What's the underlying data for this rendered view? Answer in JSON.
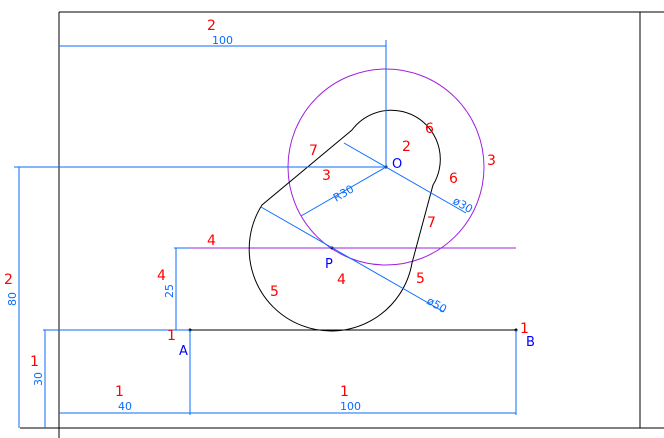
{
  "points": {
    "A": "A",
    "B": "B",
    "O": "O",
    "P": "P"
  },
  "dimensions": {
    "width_40": "40",
    "width_100_bottom": "100",
    "width_100_top": "100",
    "height_30": "30",
    "height_80": "80",
    "height_25": "25",
    "radius": "R30",
    "dia_upper": "ø30",
    "dia_lower": "ø50"
  },
  "step_labels": {
    "l1_a": "1",
    "l1_b": "1",
    "l1_c": "1",
    "l1_d": "1",
    "l1_e": "1",
    "l2_a": "2",
    "l2_b": "2",
    "l2_c": "2",
    "l3_a": "3",
    "l3_b": "3",
    "l4_a": "4",
    "l4_b": "4",
    "l4_c": "4",
    "l5_a": "5",
    "l5_b": "5",
    "l6_a": "6",
    "l6_b": "6",
    "l7_a": "7",
    "l7_b": "7"
  },
  "colors": {
    "geometry": "#000000",
    "dimension": "#0a6cff",
    "construction": "#a020e0",
    "step": "#ff0000"
  }
}
